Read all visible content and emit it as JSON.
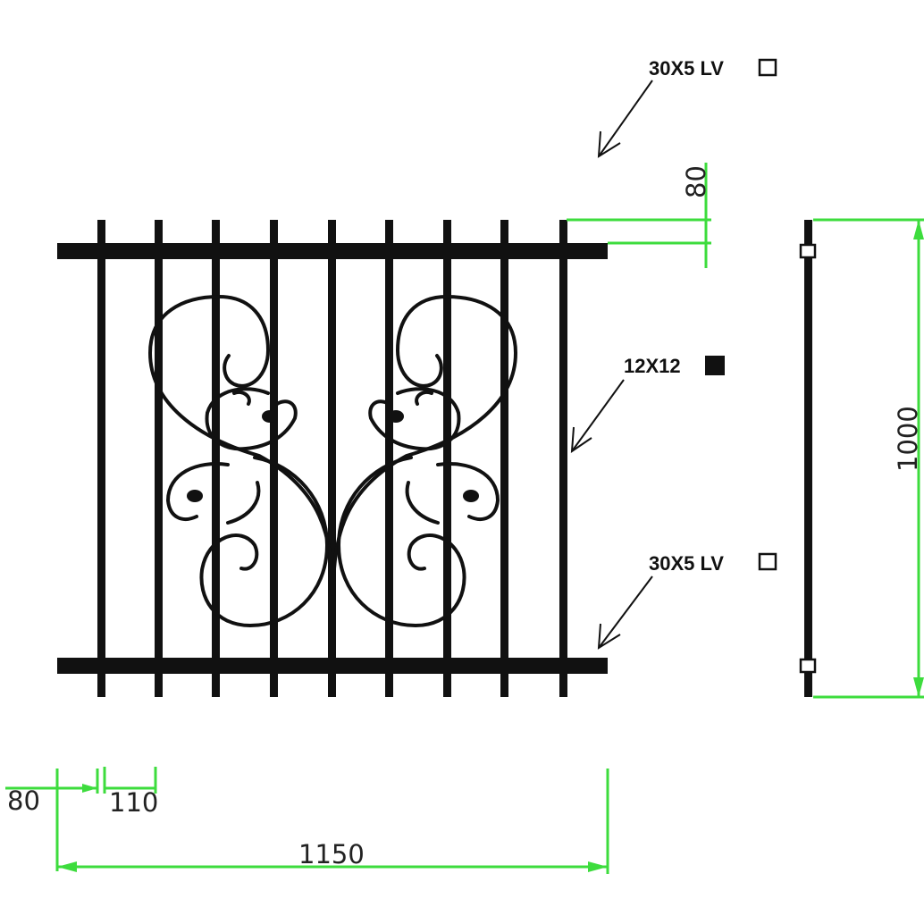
{
  "callouts": {
    "top_rail": "30X5 LV",
    "picket": "12X12",
    "bottom_rail": "30X5 LV"
  },
  "dimensions": {
    "spike_height": "80",
    "end_offset": "80",
    "picket_spacing": "110",
    "overall_width": "1150",
    "overall_height": "1000"
  },
  "colors": {
    "ink": "#111111",
    "dimension": "#3ddc3d"
  },
  "icons": {
    "hollow_square": "hollow-square-icon",
    "solid_square": "solid-square-icon"
  }
}
